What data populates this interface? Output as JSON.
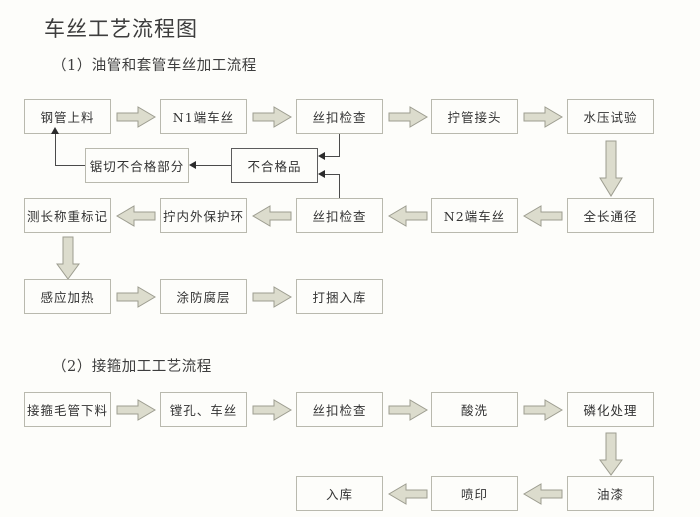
{
  "document": {
    "title": "车丝工艺流程图",
    "background_color": "#fdfdfa",
    "box_border_color": "#b9b9ae",
    "box_border_color_strong": "#5c5c5c",
    "arrow_fill_color": "#dcdccd",
    "arrow_stroke_color": "#9d9d90",
    "connector_color": "#4a4a4a",
    "text_color": "#333333"
  },
  "sections": [
    {
      "heading": "（1）油管和套管车丝加工流程",
      "nodes": {
        "n1": "钢管上料",
        "n2": "N1端车丝",
        "n3": "丝扣检查",
        "n4": "拧管接头",
        "n5": "水压试验",
        "n6": "锯切不合格部分",
        "n7": "不合格品",
        "n8": "测长称重标记",
        "n9": "拧内外保护环",
        "n10": "丝扣检查",
        "n11": "N2端车丝",
        "n12": "全长通径",
        "n13": "感应加热",
        "n14": "涂防腐层",
        "n15": "打捆入库"
      }
    },
    {
      "heading": "（2）接箍加工工艺流程",
      "nodes": {
        "m1": "接箍毛管下料",
        "m2": "镗孔、车丝",
        "m3": "丝扣检查",
        "m4": "酸洗",
        "m5": "磷化处理",
        "m6": "油漆",
        "m7": "喷印",
        "m8": "入库"
      }
    }
  ],
  "icons": {
    "arrow_right": "arrow-right-icon",
    "arrow_left": "arrow-left-icon",
    "arrow_down": "arrow-down-icon"
  }
}
